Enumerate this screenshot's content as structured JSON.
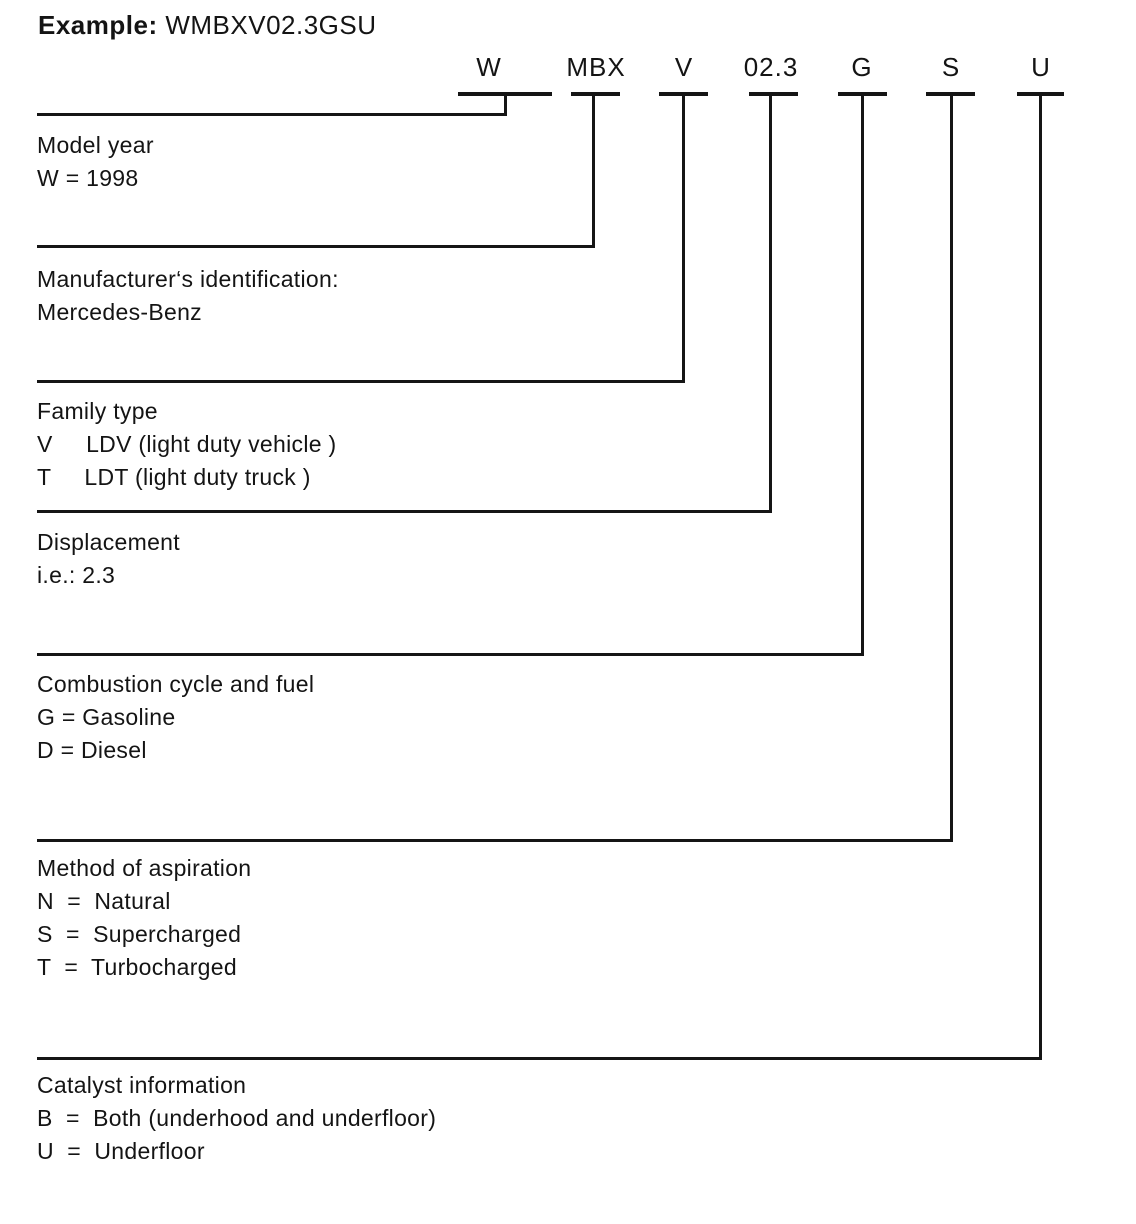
{
  "heading": {
    "label": "Example:",
    "code": "WMBXV02.3GSU"
  },
  "code_row": {
    "segments": [
      {
        "code": "W"
      },
      {
        "code": "MBX"
      },
      {
        "code": "V"
      },
      {
        "code": "02.3"
      },
      {
        "code": "G"
      },
      {
        "code": "S"
      },
      {
        "code": "U"
      }
    ]
  },
  "sections": [
    {
      "title": "Model year",
      "lines": [
        "W = 1998"
      ]
    },
    {
      "title": "Manufacturer‘s identification:",
      "lines": [
        "Mercedes-Benz"
      ]
    },
    {
      "title": "Family type",
      "lines": [
        "V     LDV (light duty vehicle )",
        "T     LDT (light duty truck )"
      ]
    },
    {
      "title": "Displacement",
      "lines": [
        "i.e.: 2.3"
      ]
    },
    {
      "title": "Combustion cycle and fuel",
      "lines": [
        "G = Gasoline",
        "D = Diesel"
      ]
    },
    {
      "title": "Method of aspiration",
      "lines": [
        "N  =  Natural",
        "S  =  Supercharged",
        "T  =  Turbocharged"
      ]
    },
    {
      "title": "Catalyst information",
      "lines": [
        "B  =  Both (underhood and underfloor)",
        "U  =  Underfloor"
      ]
    }
  ]
}
